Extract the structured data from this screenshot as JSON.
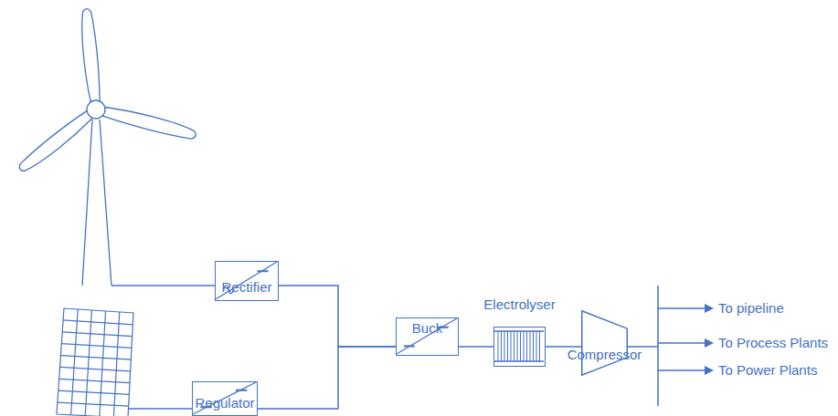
{
  "diagram": {
    "nodes": [
      {
        "text": [
          "Rectifier"
        ]
      },
      {
        "text": [
          "Regulator"
        ]
      },
      {
        "text": [
          "Buck"
        ]
      },
      {
        "text": [
          "Electrolyser"
        ]
      },
      {
        "text": [
          "Compressor"
        ]
      }
    ],
    "edges": [
      {
        "from": 0,
        "to": 2,
        "arrow": "none"
      },
      {
        "from": 1,
        "to": 2,
        "arrow": "none"
      },
      {
        "from": 2,
        "to": 3,
        "arrow": "none"
      },
      {
        "from": 3,
        "to": 4,
        "arrow": "none"
      }
    ],
    "labels": [
      "To pipeline",
      "To Process Plants",
      "To Power Plants"
    ]
  }
}
